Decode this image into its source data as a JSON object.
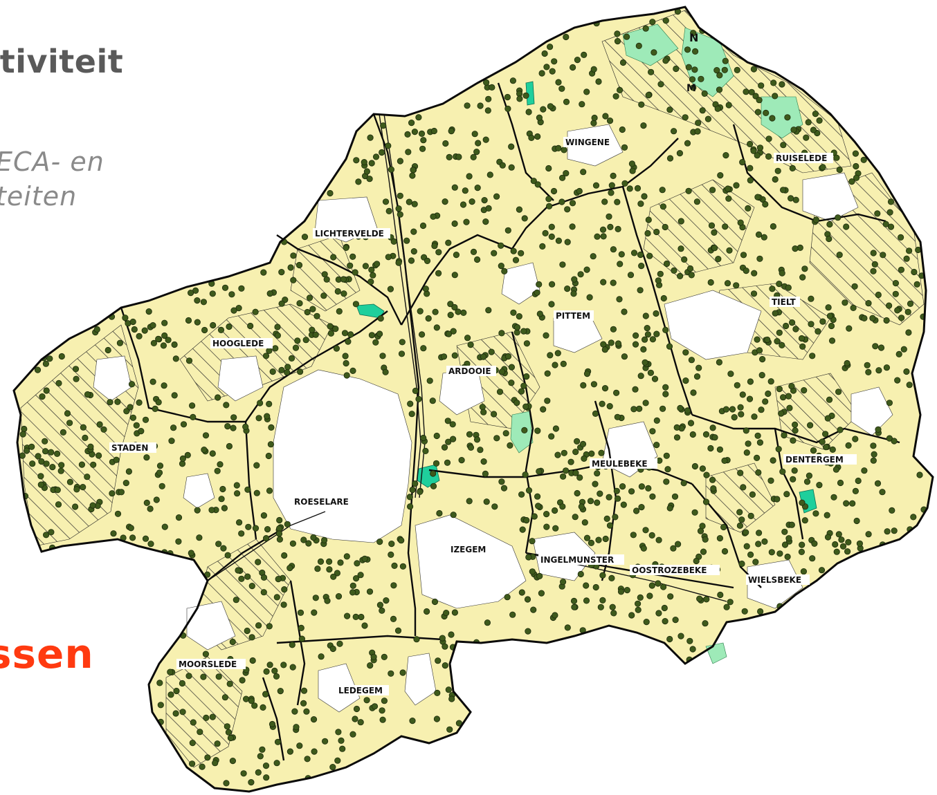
{
  "slide": {
    "title_fragment": "ctiviteit",
    "subtitle_line1": "ECA- en",
    "subtitle_line2": "teiten",
    "accent_fragment": "ssen"
  },
  "map": {
    "compass_letters": [
      "N",
      "M"
    ],
    "colors": {
      "land": "#f7f0b0",
      "hatch": "#2a2a2a",
      "dot": "#3e5a1c",
      "nature": "#9eeab8",
      "water": "#1fcf9c",
      "border": "#0a0a0a",
      "urban": "#ffffff"
    },
    "municipalities": [
      {
        "name": "WINGENE"
      },
      {
        "name": "RUISELEDE"
      },
      {
        "name": "LICHTERVELDE"
      },
      {
        "name": "PITTEM"
      },
      {
        "name": "TIELT"
      },
      {
        "name": "HOOGLEDE"
      },
      {
        "name": "ARDOOIE"
      },
      {
        "name": "STADEN"
      },
      {
        "name": "MEULEBEKE"
      },
      {
        "name": "DENTERGEM"
      },
      {
        "name": "ROESELARE"
      },
      {
        "name": "IZEGEM"
      },
      {
        "name": "INGELMUNSTER"
      },
      {
        "name": "OOSTROZEBEKE"
      },
      {
        "name": "WIELSBEKE"
      },
      {
        "name": "MOORSLEDE"
      },
      {
        "name": "LEDEGEM"
      }
    ]
  }
}
